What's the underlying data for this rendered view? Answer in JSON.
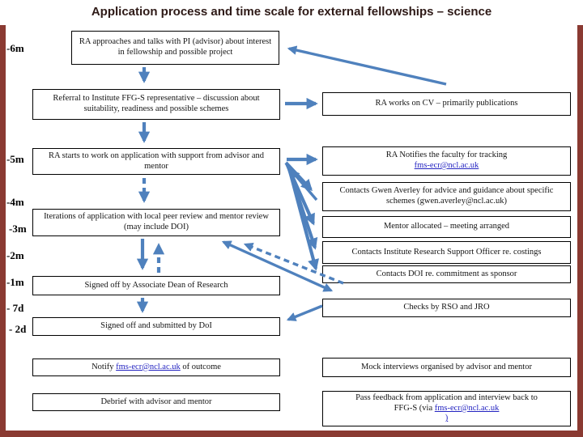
{
  "title": "Application process and time scale for external fellowships – science",
  "colors": {
    "arrow": "#4f81bd",
    "frame": "#8a3a32",
    "link": "#2323c1",
    "title": "#2e1a17"
  },
  "timeline": [
    {
      "label": "-6m"
    },
    {
      "label": "-5m"
    },
    {
      "label": "-4m"
    },
    {
      "label": "-3m"
    },
    {
      "label": "-2m"
    },
    {
      "label": "-1m"
    },
    {
      "label": "- 7d"
    },
    {
      "label": "- 2d"
    }
  ],
  "boxes": {
    "b1": {
      "text": "RA approaches and talks with PI (advisor) about interest in fellowship and possible project"
    },
    "b2": {
      "text": "Referral to Institute FFG-S representative – discussion about suitability, readiness and possible schemes"
    },
    "b3": {
      "text": "RA starts to work on application with support from advisor and mentor"
    },
    "b4": {
      "text": "Iterations of application with local peer review and mentor review (may include DOI)"
    },
    "b5": {
      "text": "Signed off by Associate Dean of Research"
    },
    "b6": {
      "text": "Signed off and submitted by DoI"
    },
    "b7": {
      "prefix": "Notify ",
      "link": "fms-ecr@ncl.ac.uk",
      "suffix": " of outcome"
    },
    "b8": {
      "text": "Debrief with advisor and mentor"
    },
    "r1": {
      "text": "RA works on CV – primarily publications"
    },
    "r2": {
      "text": "RA Notifies the faculty for tracking",
      "link": "fms-ecr@ncl.ac.uk"
    },
    "r3": {
      "text": "Contacts Gwen Averley for advice and guidance about specific schemes (gwen.averley@ncl.ac.uk)"
    },
    "r4": {
      "text": "Mentor allocated – meeting arranged"
    },
    "r5": {
      "text": "Contacts Institute Research Support Officer re. costings"
    },
    "r6": {
      "text": "Contacts DOI re. commitment as sponsor"
    },
    "r7": {
      "text": "Checks by RSO and JRO"
    },
    "r8": {
      "text": "Mock interviews organised by advisor and mentor"
    },
    "r9": {
      "line1": "Pass feedback from application and interview back to",
      "line2_prefix": "FFG-S (via ",
      "link": "fms-ecr@ncl.ac.uk",
      "close": ")"
    }
  }
}
